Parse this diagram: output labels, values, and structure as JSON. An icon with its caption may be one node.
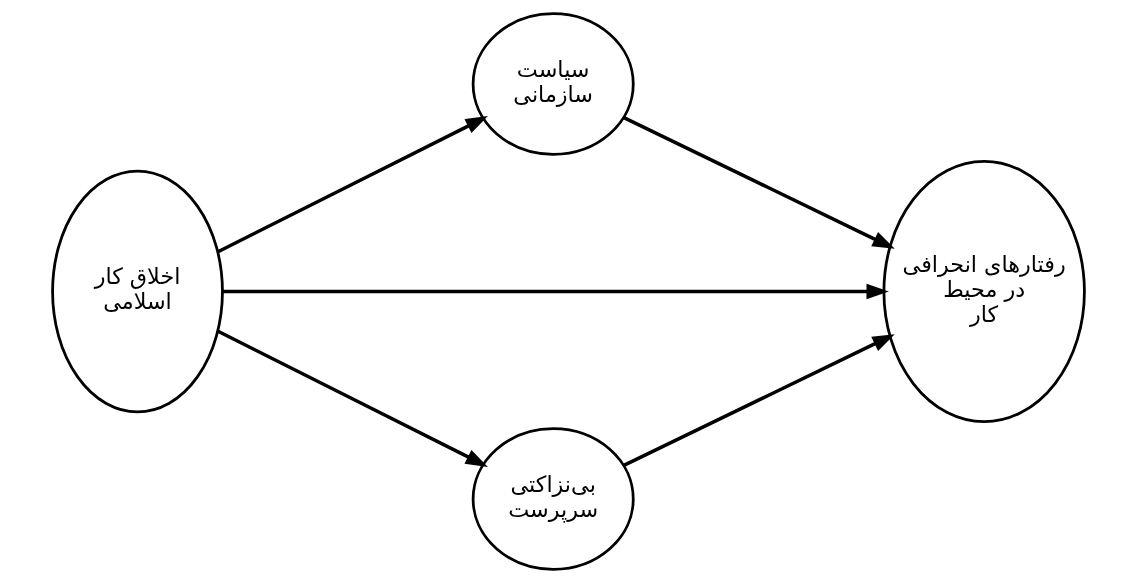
{
  "diagram": {
    "nodes": [
      {
        "text": [
          "اخلاق کار اسلامی"
        ]
      },
      {
        "text": [
          "سیاست سازمانی"
        ]
      },
      {
        "text": [
          "بی‌نزاکتی سرپرست"
        ]
      },
      {
        "text": [
          "رفتارهای انحرافی در محیط کار"
        ]
      }
    ],
    "edges": [
      {
        "from": 0,
        "to": 1,
        "arrow": "to"
      },
      {
        "from": 0,
        "to": 3,
        "arrow": "to"
      },
      {
        "from": 0,
        "to": 2,
        "arrow": "to"
      },
      {
        "from": 1,
        "to": 3,
        "arrow": "to"
      },
      {
        "from": 2,
        "to": 3,
        "arrow": "to"
      }
    ]
  }
}
